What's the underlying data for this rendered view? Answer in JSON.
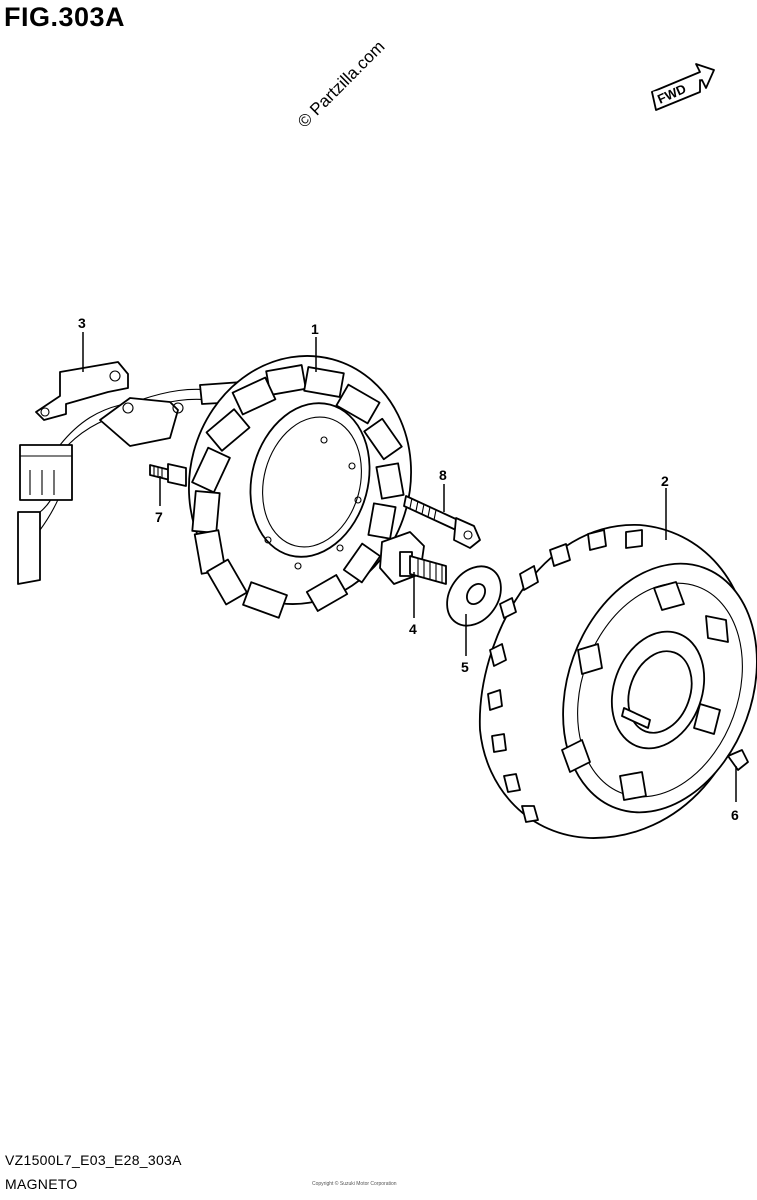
{
  "figure": {
    "title": "FIG.303A",
    "watermark": "© Partzilla.com",
    "direction_label": "FWD",
    "model_code": "VZ1500L7_E03_E28_303A",
    "section_name": "MAGNETO",
    "footer_note": "Copyright © Suzuki Motor Corporation"
  },
  "callouts": [
    {
      "label": "1",
      "part": "stator"
    },
    {
      "label": "2",
      "part": "rotor"
    },
    {
      "label": "3",
      "part": "lead-wire-clamp"
    },
    {
      "label": "4",
      "part": "rotor-bolt"
    },
    {
      "label": "5",
      "part": "washer"
    },
    {
      "label": "6",
      "part": "key"
    },
    {
      "label": "7",
      "part": "clamp-screw"
    },
    {
      "label": "8",
      "part": "stator-bolt"
    }
  ]
}
